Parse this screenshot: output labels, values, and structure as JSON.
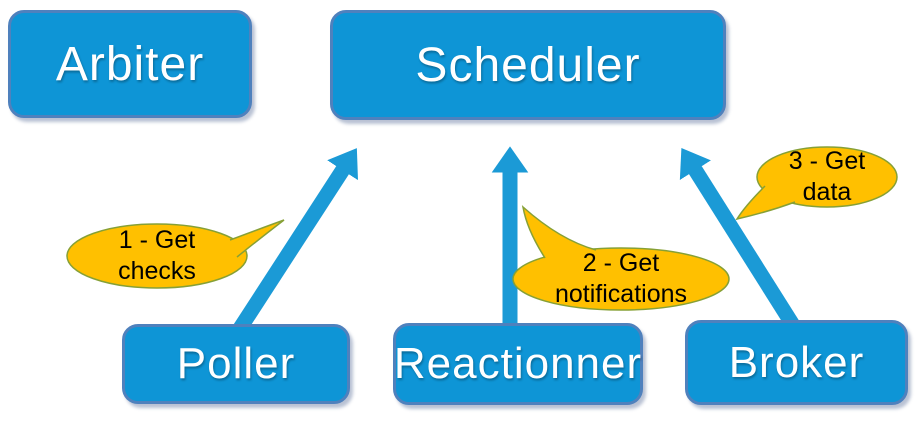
{
  "diagram": {
    "nodes": [
      {
        "id": "arbiter",
        "label": "Arbiter"
      },
      {
        "id": "scheduler",
        "label": "Scheduler"
      },
      {
        "id": "poller",
        "label": "Poller"
      },
      {
        "id": "reactionner",
        "label": "Reactionner"
      },
      {
        "id": "broker",
        "label": "Broker"
      }
    ],
    "arrows": [
      {
        "from": "Poller",
        "to": "Scheduler"
      },
      {
        "from": "Reactionner",
        "to": "Scheduler"
      },
      {
        "from": "Broker",
        "to": "Scheduler"
      }
    ],
    "callouts": [
      {
        "line1": "1 - Get",
        "line2": "checks"
      },
      {
        "line1": "2 - Get",
        "line2": "notifications"
      },
      {
        "line1": "3 - Get",
        "line2": "data"
      }
    ],
    "colors": {
      "node_fill": "#0e95d6",
      "node_border": "#4f81bd",
      "node_text": "#ffffff",
      "arrow": "#1b9ad6",
      "callout_fill": "#ffc000",
      "callout_border": "#86a036",
      "callout_text": "#000000"
    }
  }
}
